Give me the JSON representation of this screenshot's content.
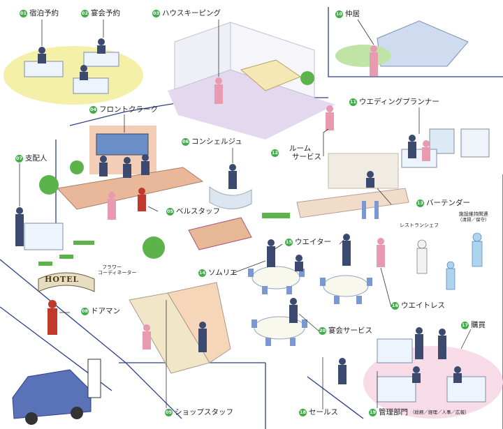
{
  "labels": [
    {
      "key": "l01",
      "num": "01",
      "text": "宿泊予約"
    },
    {
      "key": "l02",
      "num": "02",
      "text": "宴会予約"
    },
    {
      "key": "l03",
      "num": "03",
      "text": "ハウスキーピング"
    },
    {
      "key": "l04",
      "num": "04",
      "text": "フロントクラーク"
    },
    {
      "key": "l05",
      "num": "05",
      "text": "ベルスタッフ"
    },
    {
      "key": "l06",
      "num": "06",
      "text": "コンシェルジュ"
    },
    {
      "key": "l07",
      "num": "07",
      "text": "支配人"
    },
    {
      "key": "l08",
      "num": "08",
      "text": "ドアマン"
    },
    {
      "key": "l09",
      "num": "09",
      "text": "ショップスタッフ"
    },
    {
      "key": "l10",
      "num": "10",
      "text": "仲居"
    },
    {
      "key": "l11",
      "num": "11",
      "text": "ウエディングプランナー"
    },
    {
      "key": "l12",
      "num": "12",
      "text": "ルーム",
      "text2": "サービス"
    },
    {
      "key": "l13",
      "num": "13",
      "text": "バーテンダー"
    },
    {
      "key": "l14",
      "num": "14",
      "text": "ソムリエ"
    },
    {
      "key": "l15",
      "num": "15",
      "text": "ウエイター"
    },
    {
      "key": "l16",
      "num": "16",
      "text": "ウエイトレス"
    },
    {
      "key": "l17",
      "num": "17",
      "text": "購買"
    },
    {
      "key": "l18",
      "num": "18",
      "text": "セールス"
    },
    {
      "key": "l19",
      "num": "19",
      "text": "管理部門",
      "note": "（総務／経理／人事／広報）"
    },
    {
      "key": "l20",
      "num": "20",
      "text": "宴会サービス"
    }
  ],
  "plain_labels": {
    "flower": "フラワー",
    "flower2": "コーディネーター",
    "chef": "レストランシェフ",
    "maint": "施設維持関連",
    "maint2": "（清掃／保守）"
  },
  "sign_text": "HOTEL",
  "colors": {
    "badge": "#3fae49",
    "floor_line": "#2d3e8c",
    "highlight": "#f4f0a8",
    "pink": "#f7dce8",
    "lavender": "#e4d8ee"
  }
}
